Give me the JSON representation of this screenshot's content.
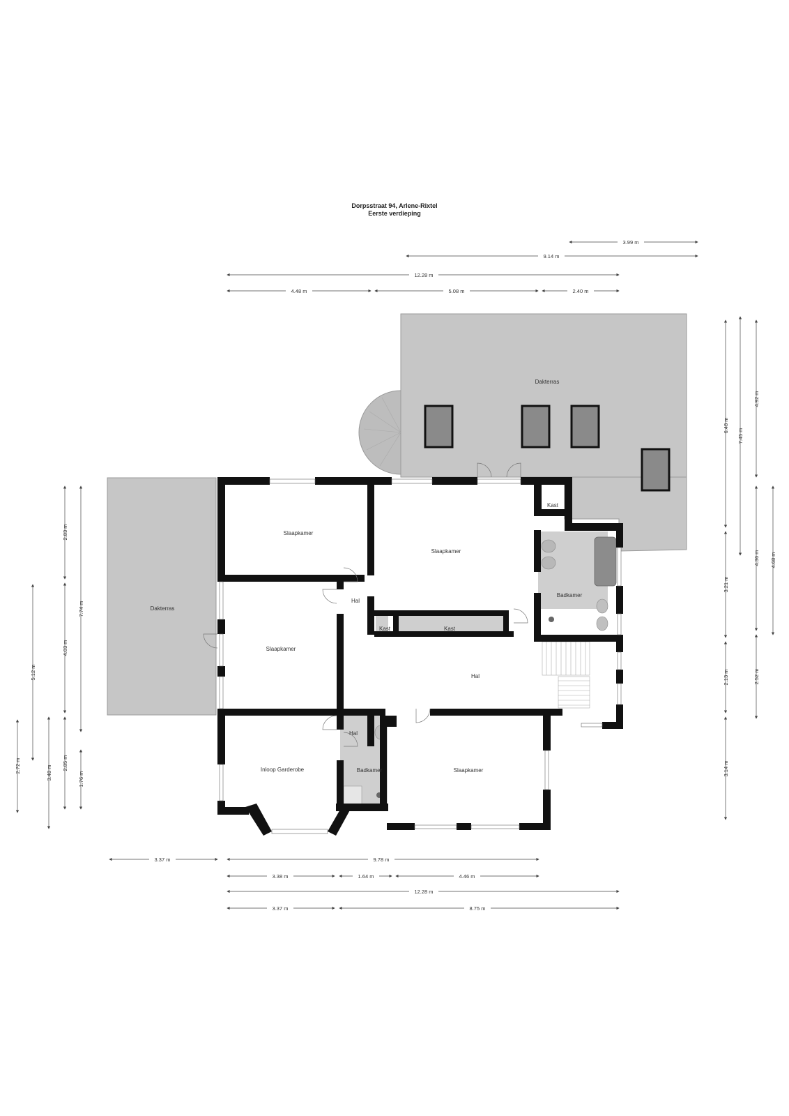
{
  "header": {
    "address": "Dorpsstraat 94, Arlene-Rixtel",
    "floor": "Eerste verdieping"
  },
  "colors": {
    "wall": "#111111",
    "terrace": "#c6c6c6",
    "bathroom": "#cfcfcf",
    "dimension": "#444444"
  },
  "rooms": {
    "dakterras_top": "Dakterras",
    "dakterras_left": "Dakterras",
    "slaapkamer_nw": "Slaapkamer",
    "slaapkamer_n": "Slaapkamer",
    "slaapkamer_w": "Slaapkamer",
    "slaapkamer_se": "Slaapkamer",
    "kast_ne": "Kast",
    "kast_small": "Kast",
    "kast_long": "Kast",
    "badkamer_e": "Badkamer",
    "badkamer_s": "Badkamer",
    "hal_upper": "Hal",
    "hal_main": "Hal",
    "hal_lower": "Hal",
    "garderobe": "Inloop Garderobe"
  },
  "dimensions": {
    "top": [
      "3.99 m",
      "9.14 m",
      "12.28 m",
      "4.48 m",
      "5.08 m",
      "2.40 m"
    ],
    "bottom": [
      "3.37 m",
      "9.78 m",
      "3.38 m",
      "1.64 m",
      "4.46 m",
      "12.28 m",
      "3.37 m",
      "8.75 m"
    ],
    "right": [
      "6.48 m",
      "7.45 m",
      "4.92 m",
      "3.21 m",
      "4.36 m",
      "4.68 m",
      "2.13 m",
      "2.52 m",
      "3.14 m"
    ],
    "left": [
      "2.83 m",
      "7.74 m",
      "5.12 m",
      "4.03 m",
      "2.72 m",
      "3.48 m",
      "2.85 m",
      "1.76 m"
    ]
  }
}
